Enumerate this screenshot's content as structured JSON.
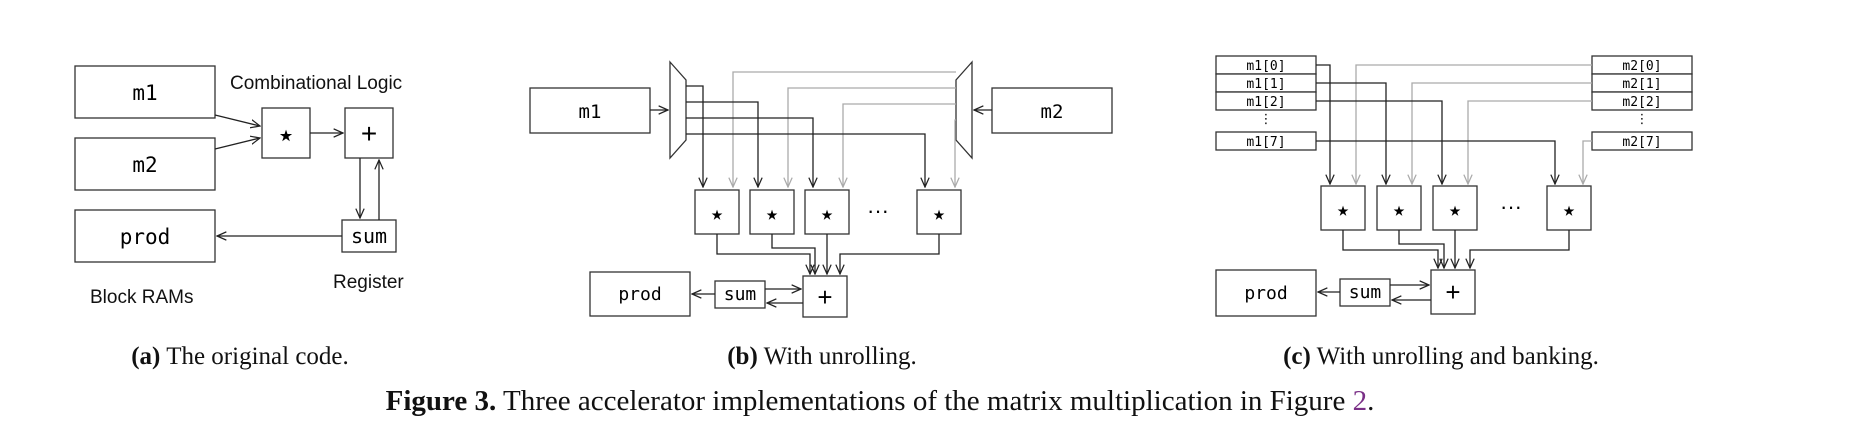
{
  "fig_a": {
    "m1": "m1",
    "m2": "m2",
    "prod": "prod",
    "mul": "⋆",
    "add": "+",
    "sum": "sum",
    "combinational_logic": "Combinational Logic",
    "register": "Register",
    "block_rams": "Block RAMs",
    "caption_label": "(a)",
    "caption_text": " The original code."
  },
  "fig_b": {
    "m1": "m1",
    "m2": "m2",
    "prod": "prod",
    "sum": "sum",
    "add": "+",
    "mul": "⋆",
    "ellipsis": "···",
    "caption_label": "(b)",
    "caption_text": " With unrolling."
  },
  "fig_c": {
    "m1_banks": [
      "m1[0]",
      "m1[1]",
      "m1[2]",
      "m1[7]"
    ],
    "m2_banks": [
      "m2[0]",
      "m2[1]",
      "m2[2]",
      "m2[7]"
    ],
    "vdots": "⋮",
    "prod": "prod",
    "sum": "sum",
    "add": "+",
    "mul": "⋆",
    "ellipsis": "···",
    "caption_label": "(c)",
    "caption_text": " With unrolling and banking."
  },
  "figure_caption": {
    "label": "Figure 3.",
    "text": " Three accelerator implementations of the matrix multiplication in Figure ",
    "ref": "2",
    "end": ".",
    "ref_color": "#7a2f86"
  }
}
